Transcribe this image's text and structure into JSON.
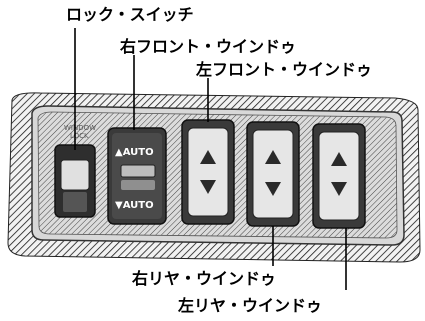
{
  "labels": {
    "lock_switch": "ロック・スイッチ",
    "front_right": "右フロント・ウインドゥ",
    "front_left": "左フロント・ウインドゥ",
    "rear_right": "右リヤ・ウインドゥ",
    "rear_left": "左リヤ・ウインドゥ"
  },
  "panel": {
    "lock_caption_line1": "WINDOW",
    "lock_caption_line2": "LOCK",
    "auto_up": "▲AUTO",
    "auto_down": "▼AUTO"
  },
  "colors": {
    "hatch": "#222222",
    "switch_body": "#3a3a3a",
    "button_face": "#e8e8e8"
  }
}
